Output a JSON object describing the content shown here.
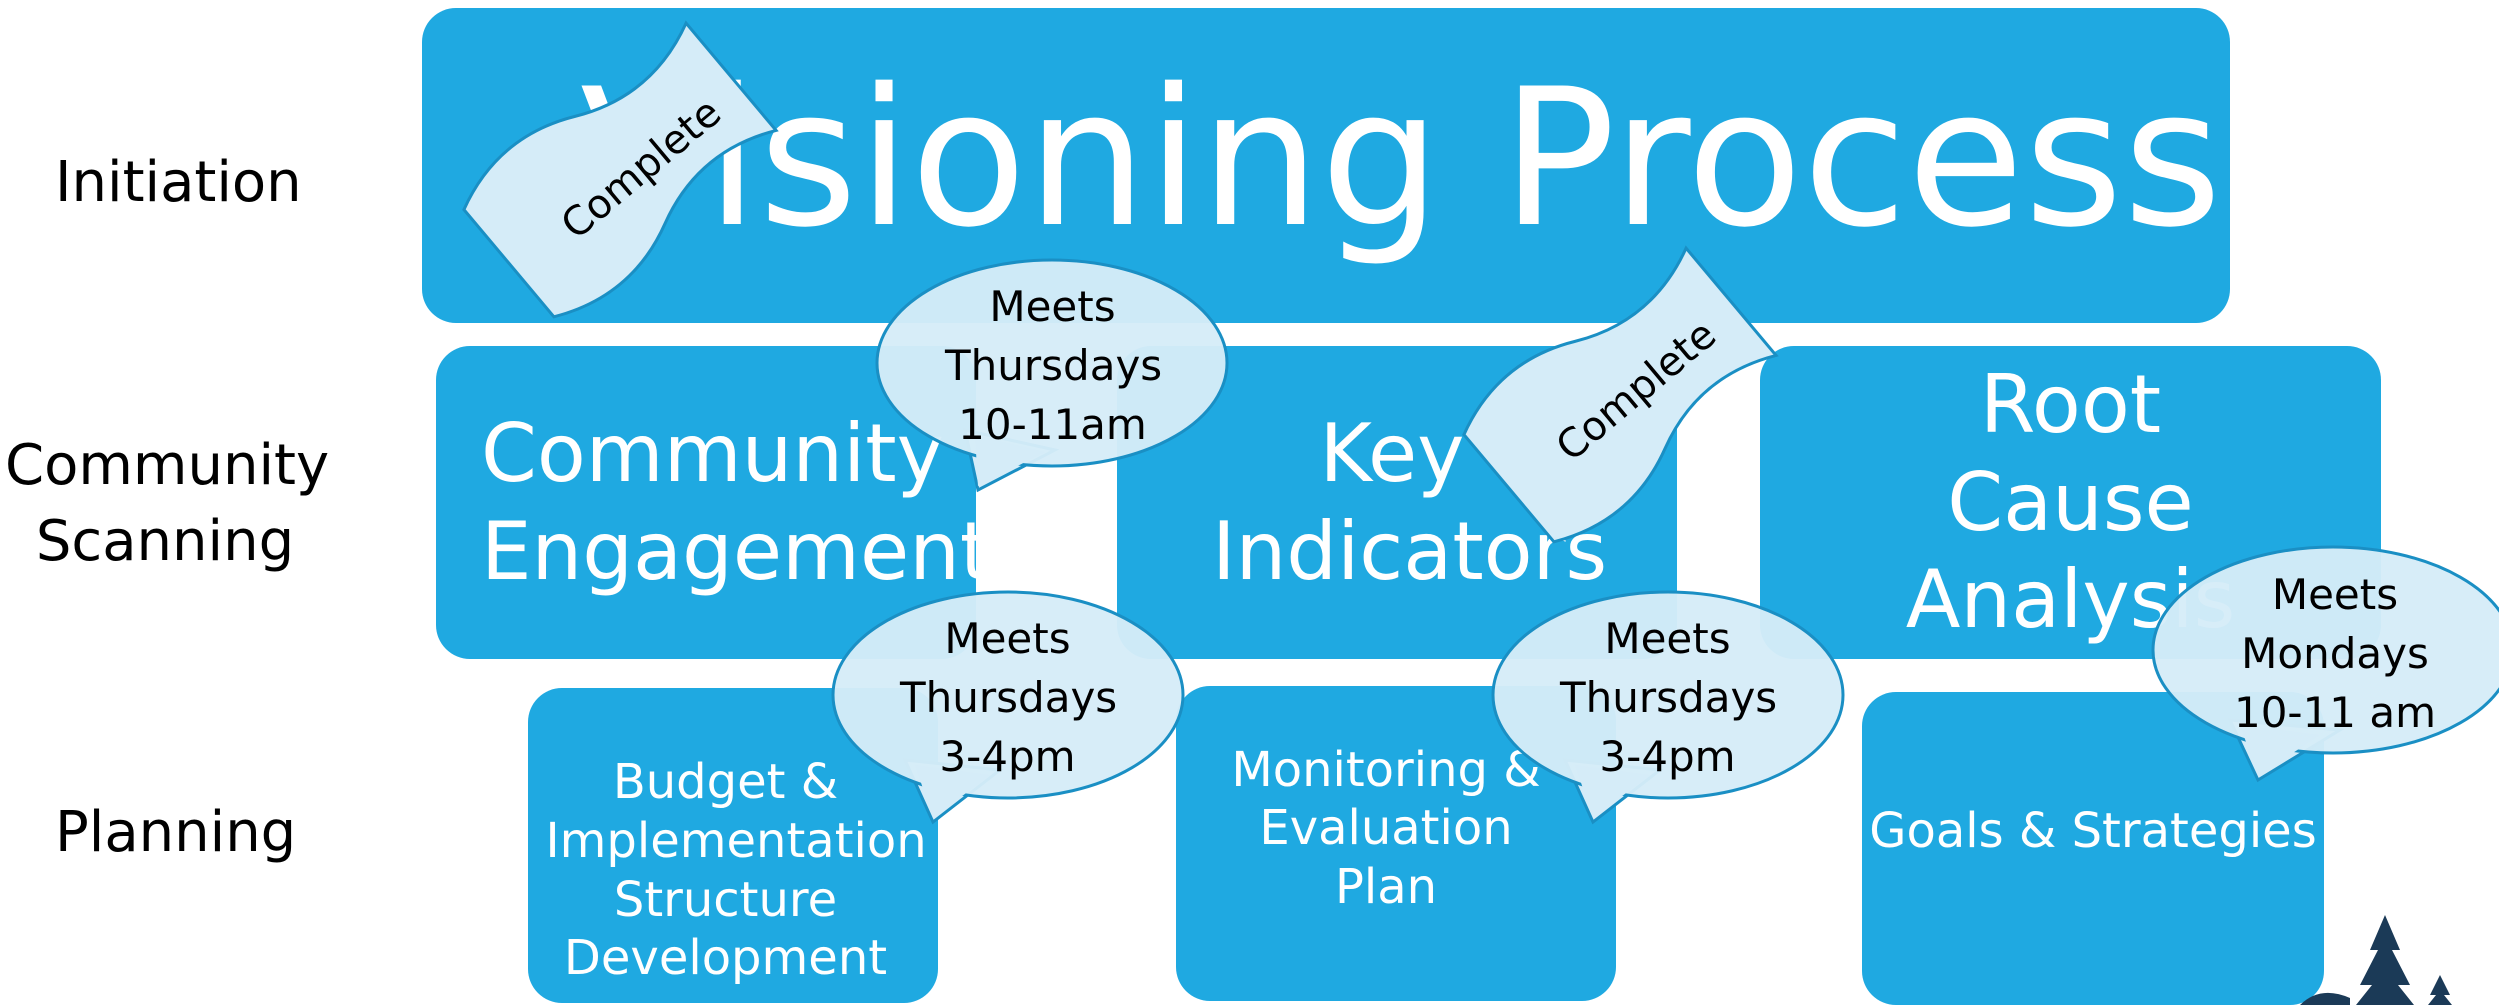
{
  "rows": {
    "initiation": "Initiation",
    "community_scanning": "Community Scanning",
    "planning": "Planning"
  },
  "top": {
    "title": "Visioning Process",
    "status": "Complete"
  },
  "scanning": [
    {
      "label": "Community Engagement",
      "meeting": "Meets Thursdays 10-11am"
    },
    {
      "label": "Key Indicators",
      "status": "Complete"
    },
    {
      "label": "Root Cause Analysis",
      "meeting": "Meets Mondays 10-11 am"
    }
  ],
  "planning": [
    {
      "label": "Budget & Implementation Structure Development",
      "meeting": "Meets Thursdays 3-4pm"
    },
    {
      "label": "Monitoring & Evaluation Plan",
      "meeting": "Meets Thursdays 3-4pm"
    },
    {
      "label": "Goals & Strategies"
    }
  ],
  "colors": {
    "box": "#1fa9e1",
    "bubble": "#d5ecf8",
    "outline": "#1a8fc4"
  }
}
